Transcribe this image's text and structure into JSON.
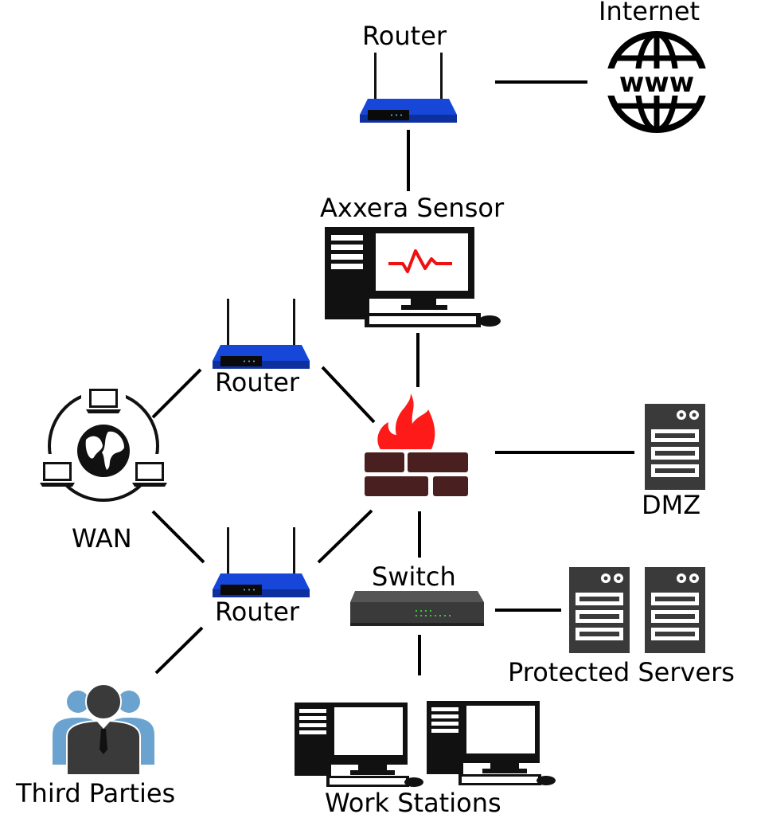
{
  "nodes": {
    "internet": {
      "label": "Internet",
      "icon": "globe-www-icon",
      "icon_text": "www"
    },
    "router_top": {
      "label": "Router",
      "icon": "wireless-router-icon"
    },
    "sensor": {
      "label": "Axxera Sensor",
      "icon": "computer-monitor-pulse-icon"
    },
    "router_mid": {
      "label": "Router",
      "icon": "wireless-router-icon"
    },
    "router_low": {
      "label": "Router",
      "icon": "wireless-router-icon"
    },
    "wan": {
      "label": "WAN",
      "icon": "globe-network-laptops-icon"
    },
    "firewall": {
      "label": "",
      "icon": "firewall-icon"
    },
    "dmz": {
      "label": "DMZ",
      "icon": "server-icon"
    },
    "switch": {
      "label": "Switch",
      "icon": "network-switch-icon"
    },
    "servers": {
      "label": "Protected Servers",
      "icon": "server-icon"
    },
    "workstations": {
      "label": "Work Stations",
      "icon": "desktop-computer-icon"
    },
    "third_parties": {
      "label": "Third Parties",
      "icon": "business-people-icon"
    }
  },
  "colors": {
    "router_blue": "#1747d8",
    "router_dark": "#0e2f9e",
    "icon_dark": "#3a3a3a",
    "firewall_flame": "#ff1a1a",
    "firewall_brick": "#4a1f1f",
    "people_light": "#6aa3cf",
    "pulse_red": "#ee1111",
    "line": "#000000"
  }
}
